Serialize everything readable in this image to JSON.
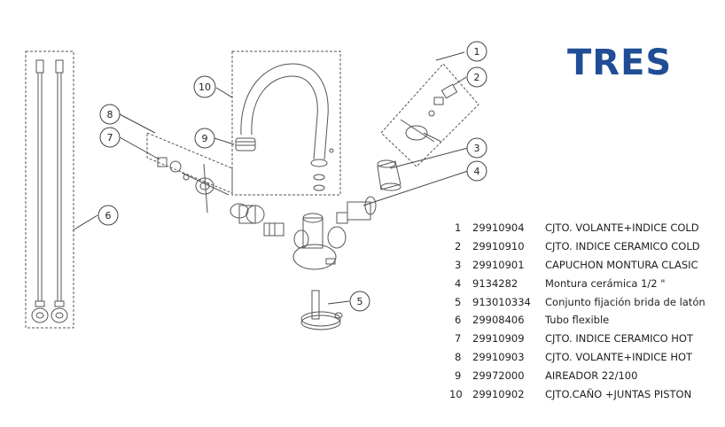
{
  "brand": {
    "logo_text": "TRES",
    "color": "#1f4e96"
  },
  "callouts": [
    "1",
    "2",
    "3",
    "4",
    "5",
    "6",
    "7",
    "8",
    "9",
    "10"
  ],
  "parts_list": [
    {
      "num": "1",
      "code": "29910904",
      "description": "CJTO. VOLANTE+INDICE COLD"
    },
    {
      "num": "2",
      "code": "29910910",
      "description": "CJTO. INDICE CERAMICO COLD"
    },
    {
      "num": "3",
      "code": "29910901",
      "description": "CAPUCHON MONTURA CLASIC"
    },
    {
      "num": "4",
      "code": "9134282",
      "description": "Montura cerámica 1/2 \""
    },
    {
      "num": "5",
      "code": "913010334",
      "description": "Conjunto fijación brida de latón"
    },
    {
      "num": "6",
      "code": "29908406",
      "description": "Tubo flexible"
    },
    {
      "num": "7",
      "code": "29910909",
      "description": "CJTO. INDICE CERAMICO HOT"
    },
    {
      "num": "8",
      "code": "29910903",
      "description": "CJTO. VOLANTE+INDICE HOT"
    },
    {
      "num": "9",
      "code": "29972000",
      "description": "AIREADOR 22/100"
    },
    {
      "num": "10",
      "code": "29910902",
      "description": "CJTO.CAÑO +JUNTAS PISTON"
    }
  ]
}
